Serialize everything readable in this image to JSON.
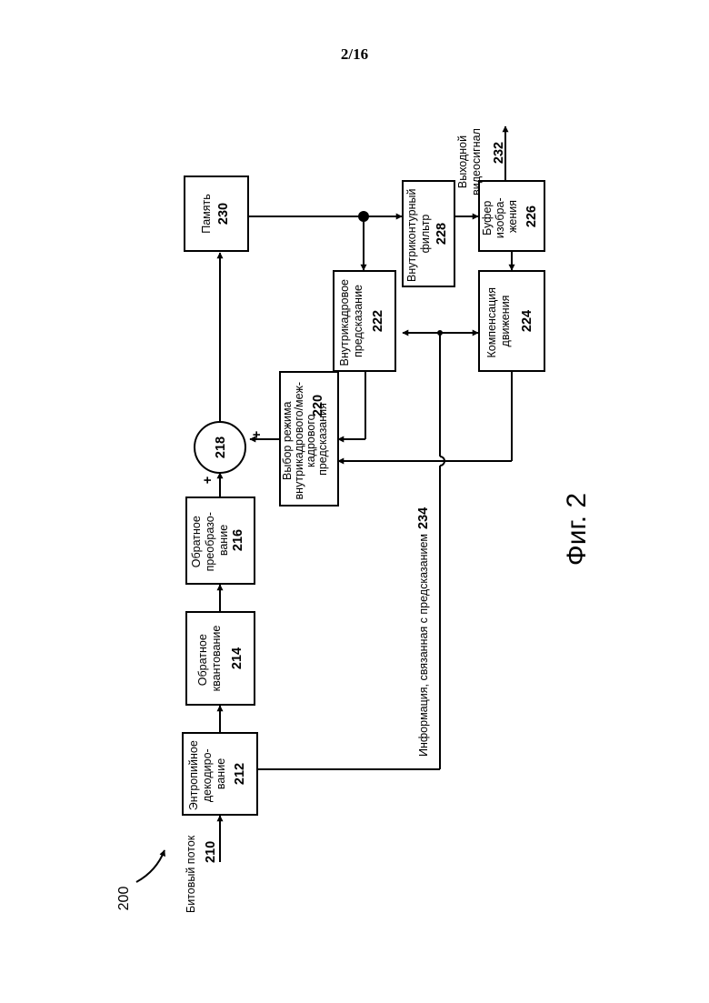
{
  "page_number": "2/16",
  "figure_label": "Фиг. 2",
  "diagram_ref": "200",
  "input": {
    "label": "Битовый поток",
    "number": "210"
  },
  "output": {
    "label_line1": "Выходной",
    "label_line2": "видеосигнал",
    "number": "232"
  },
  "side_info": {
    "label": "Информация, связанная с предсказанием",
    "number": "234"
  },
  "blocks": {
    "entropy": {
      "lines": [
        "Энтропийное",
        "декодиро-",
        "вание"
      ],
      "number": "212"
    },
    "inv_quant": {
      "lines": [
        "Обратное",
        "квантование"
      ],
      "number": "214"
    },
    "inv_transform": {
      "lines": [
        "Обратное",
        "преобразо-",
        "вание"
      ],
      "number": "216"
    },
    "summer": {
      "number": "218",
      "plus_a": "+",
      "plus_b": "+"
    },
    "mode_select": {
      "lines": [
        "Выбор режима",
        "внутрикадрового/меж-",
        "кадрового",
        "предсказания"
      ],
      "number": "220"
    },
    "intra": {
      "lines": [
        "Внутрикадровое",
        "предсказание"
      ],
      "number": "222"
    },
    "motion": {
      "lines": [
        "Компенсация",
        "движения"
      ],
      "number": "224"
    },
    "buffer": {
      "lines": [
        "Буфер",
        "изобра-",
        "жения"
      ],
      "number": "226"
    },
    "loop_filter": {
      "lines": [
        "Внутриконтурный",
        "фильтр"
      ],
      "number": "228"
    },
    "memory": {
      "lines": [
        "Память"
      ],
      "number": "230"
    }
  }
}
